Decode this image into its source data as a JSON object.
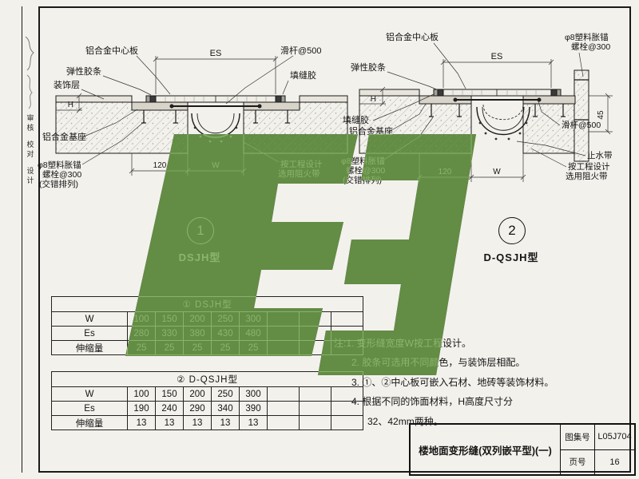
{
  "binding": {
    "labels": [
      "审核",
      "校对",
      "设计"
    ]
  },
  "drawing1": {
    "labels": {
      "center_plate": "铝合金中心板",
      "es": "ES",
      "slide_rod": "滑杆@500",
      "sealant": "填缝胶",
      "rubber": "弹性胶条",
      "finish": "装饰层",
      "h": "H",
      "base": "铝合金基座",
      "anchor1": "φ8塑料胀锚",
      "anchor2": "螺栓@300",
      "anchor3": "(交错排列)",
      "fire1": "按工程设计",
      "fire2": "选用阻火带",
      "dim120": "120",
      "dimw": "W"
    }
  },
  "drawing2": {
    "labels": {
      "center_plate": "铝合金中心板",
      "es": "ES",
      "anchor_r1": "φ8塑料胀锚",
      "anchor_r2": "螺栓@300",
      "dim45": "45",
      "rubber": "弹性胶条",
      "h": "H",
      "sealant": "填缝胶",
      "base": "铝合金基座",
      "anchor1": "φ8塑料胀锚",
      "anchor2": "螺栓@300",
      "anchor3": "(交错排列)",
      "slide_rod": "滑杆@500",
      "waterstop": "止水带",
      "fire1": "按工程设计",
      "fire2": "选用阻火带",
      "dim120": "120",
      "dimw": "W"
    }
  },
  "details": [
    {
      "num": "1",
      "name": "DSJH型"
    },
    {
      "num": "2",
      "name": "D-QSJH型"
    }
  ],
  "tables": [
    {
      "header": "① DSJH型",
      "rows": [
        {
          "label": "W",
          "values": [
            "100",
            "150",
            "200",
            "250",
            "300"
          ]
        },
        {
          "label": "Es",
          "values": [
            "280",
            "330",
            "380",
            "430",
            "480"
          ]
        },
        {
          "label": "伸缩量",
          "values": [
            "25",
            "25",
            "25",
            "25",
            "25"
          ]
        }
      ]
    },
    {
      "header": "② D-QSJH型",
      "rows": [
        {
          "label": "W",
          "values": [
            "100",
            "150",
            "200",
            "250",
            "300"
          ]
        },
        {
          "label": "Es",
          "values": [
            "190",
            "240",
            "290",
            "340",
            "390"
          ]
        },
        {
          "label": "伸缩量",
          "values": [
            "13",
            "13",
            "13",
            "13",
            "13"
          ]
        }
      ]
    }
  ],
  "notes": {
    "lines": [
      "注:1. 变形缝宽度W按工程设计。",
      "2. 胶条可选用不同颜色，与装饰层相配。",
      "3. ①、②中心板可嵌入石材、地砖等装饰材料。",
      "4. 根据不同的饰面材料，H高度尺寸分",
      "32、42mm两种。"
    ]
  },
  "titleblock": {
    "title": "楼地面变形缝(双列嵌平型)(一)",
    "fields": [
      {
        "label": "图集号",
        "value": "L05J704"
      },
      {
        "label": "页号",
        "value": "16"
      }
    ]
  }
}
